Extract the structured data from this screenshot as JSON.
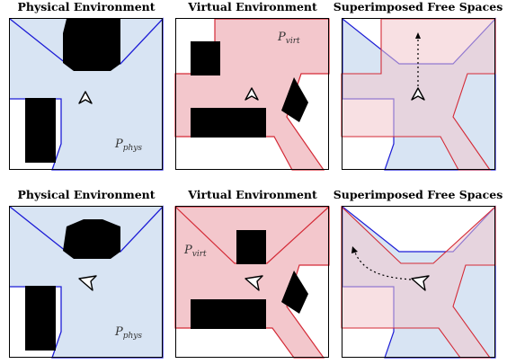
{
  "rows": [
    {
      "titles": {
        "physical": "Physical Environment",
        "virtual": "Virtual Environment",
        "superimposed": "Superimposed Free Spaces"
      },
      "labels": {
        "phys_main": "P",
        "phys_sub": "phys",
        "virt_main": "P",
        "virt_sub": "virt"
      }
    },
    {
      "titles": {
        "physical": "Physical Environment",
        "virtual": "Virtual Environment",
        "superimposed": "Superimposed Free Spaces"
      },
      "labels": {
        "phys_main": "P",
        "phys_sub": "phys",
        "virt_main": "P",
        "virt_sub": "virt"
      }
    }
  ],
  "colors": {
    "physical_fill": "#d8e4f3",
    "physical_stroke": "#1c1cd6",
    "virtual_fill": "#f3c7cc",
    "virtual_stroke": "#d42a36",
    "obstacle": "#000000",
    "overlap_fill": "#cfc4da"
  }
}
